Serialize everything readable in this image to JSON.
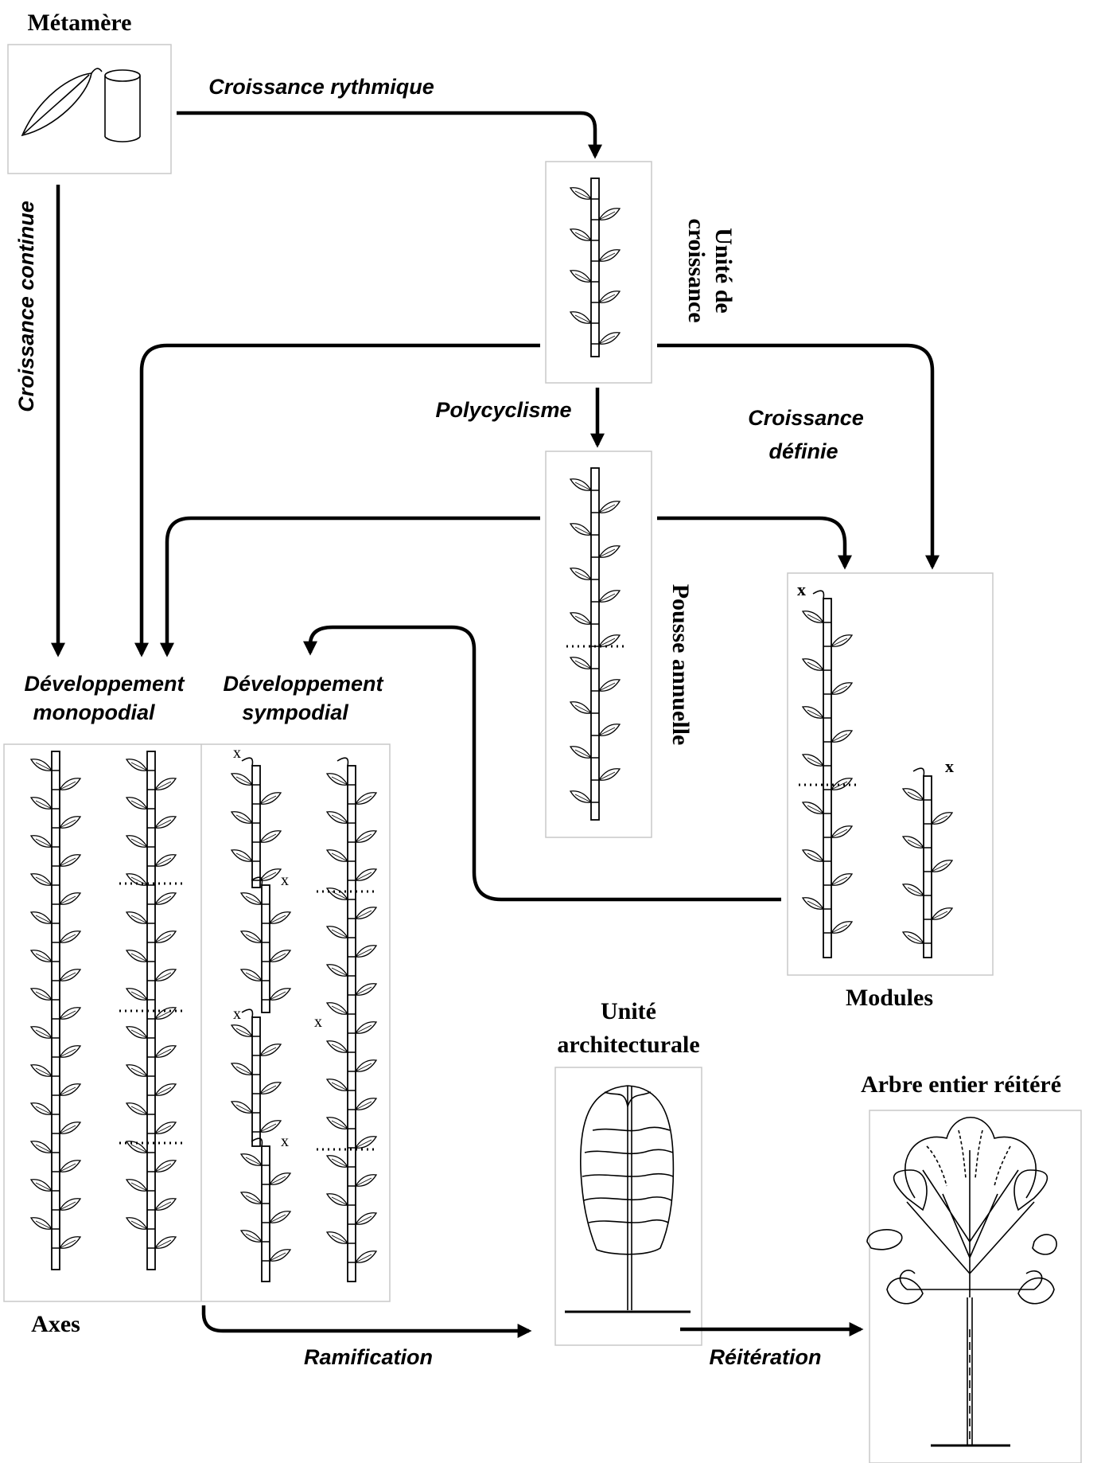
{
  "labels": {
    "metamere": "Métamère",
    "unite_croissance_line1": "Unité de",
    "unite_croissance_line2": "croissance",
    "pousse_annuelle": "Pousse annuelle",
    "modules": "Modules",
    "axes": "Axes",
    "unite_architecturale_line1": "Unité",
    "unite_architecturale_line2": "architecturale",
    "arbre_entier": "Arbre entier réitéré",
    "dev_monopodial_line1": "Développement",
    "dev_monopodial_line2": "monopodial",
    "dev_sympodial_line1": "Développement",
    "dev_sympodial_line2": "sympodial"
  },
  "processes": {
    "croissance_rythmique": "Croissance rythmique",
    "croissance_continue": "Croissance continue",
    "polycyclisme": "Polycyclisme",
    "croissance_definie_line1": "Croissance",
    "croissance_definie_line2": "définie",
    "ramification": "Ramification",
    "reiteration": "Réitération"
  },
  "markers": {
    "terminal_x": "x"
  }
}
